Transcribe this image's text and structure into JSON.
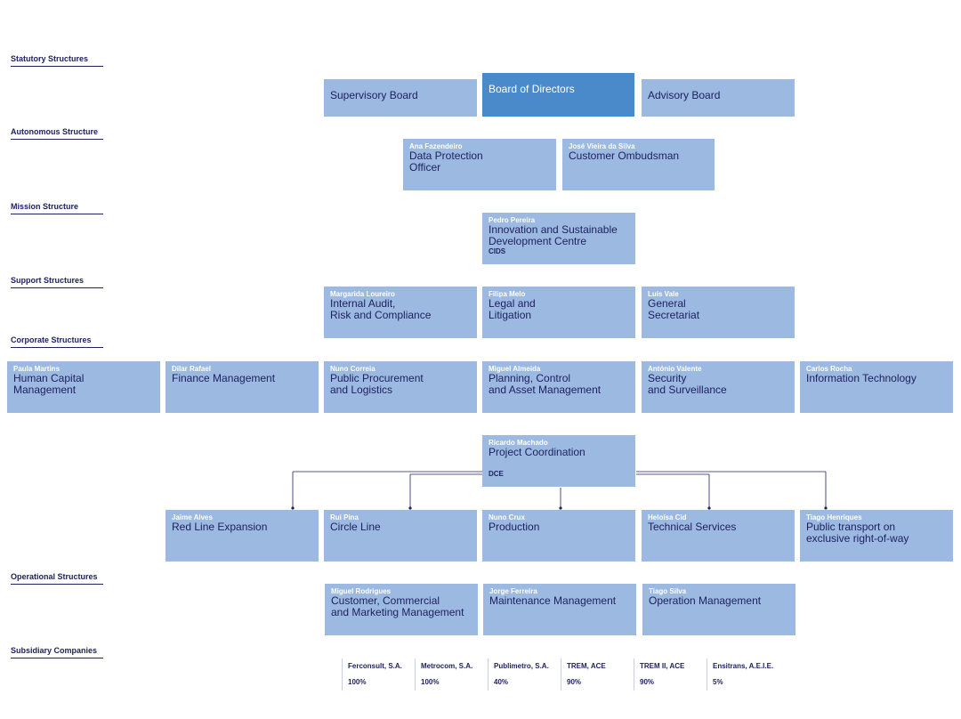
{
  "sections": {
    "statutory": "Statutory Structures",
    "autonomous": "Autonomous Structure",
    "mission": "Mission Structure",
    "support": "Support Structures",
    "corporate": "Corporate Structures",
    "operational": "Operational Structures",
    "subsidiary": "Subsidiary Companies"
  },
  "statutory": [
    {
      "title": "Supervisory Board"
    },
    {
      "title": "Board of Directors"
    },
    {
      "title": "Advisory Board"
    }
  ],
  "autonomous": [
    {
      "name": "Ana Fazendeiro",
      "title": "Data Protection\nOfficer"
    },
    {
      "name": "José Vieira da Silva",
      "title": "Customer Ombudsman"
    }
  ],
  "mission": [
    {
      "name": "Pedro Pereira",
      "title": "Innovation and Sustainable\nDevelopment Centre",
      "abbr": "CIDS"
    }
  ],
  "support": [
    {
      "name": "Margarida Loureiro",
      "title": "Internal Audit,\nRisk and Compliance"
    },
    {
      "name": "Filipa Melo",
      "title": "Legal and\nLitigation"
    },
    {
      "name": "Luís Vale",
      "title": "General\nSecretariat"
    }
  ],
  "corporate": [
    {
      "name": "Paula Martins",
      "title": "Human Capital\nManagement"
    },
    {
      "name": "Dilar Rafael",
      "title": "Finance Management"
    },
    {
      "name": "Nuno Correia",
      "title": "Public Procurement\nand Logistics"
    },
    {
      "name": "Miguel Almeida",
      "title": "Planning, Control\nand Asset Management"
    },
    {
      "name": "António Valente",
      "title": "Security\nand Surveillance"
    },
    {
      "name": "Carlos Rocha",
      "title": "Information Technology"
    }
  ],
  "coordination": {
    "name": "Ricardo Machado",
    "title": "Project Coordination",
    "abbr": "DCE"
  },
  "projects": [
    {
      "name": "Jaime Alves",
      "title": "Red Line Expansion"
    },
    {
      "name": "Rui Pina",
      "title": "Circle  Line"
    },
    {
      "name": "Nuno Crux",
      "title": "Production"
    },
    {
      "name": "Heloísa Cid",
      "title": "Technical Services"
    },
    {
      "name": "Tiago Henriques",
      "title": "Public transport on\nexclusive right-of-way"
    }
  ],
  "operational": [
    {
      "name": "Miguel Rodrigues",
      "title": "Customer, Commercial\nand Marketing Management"
    },
    {
      "name": "Jorge Ferreira",
      "title": "Maintenance Management"
    },
    {
      "name": "Tiago Silva",
      "title": "Operation Management"
    }
  ],
  "subsidiaries": [
    {
      "name": "Ferconsult, S.A.",
      "pct": "100%"
    },
    {
      "name": "Metrocom, S.A.",
      "pct": "100%"
    },
    {
      "name": "Publimetro, S.A.",
      "pct": "40%"
    },
    {
      "name": "TREM, ACE",
      "pct": "90%"
    },
    {
      "name": "TREM II, ACE",
      "pct": "90%"
    },
    {
      "name": "Ensitrans, A.E.I.E.",
      "pct": "5%"
    }
  ],
  "colors": {
    "box": "#9cb9e2",
    "highlight": "#4a8acb",
    "text": "#1f2260",
    "connector": "#1f2260"
  }
}
